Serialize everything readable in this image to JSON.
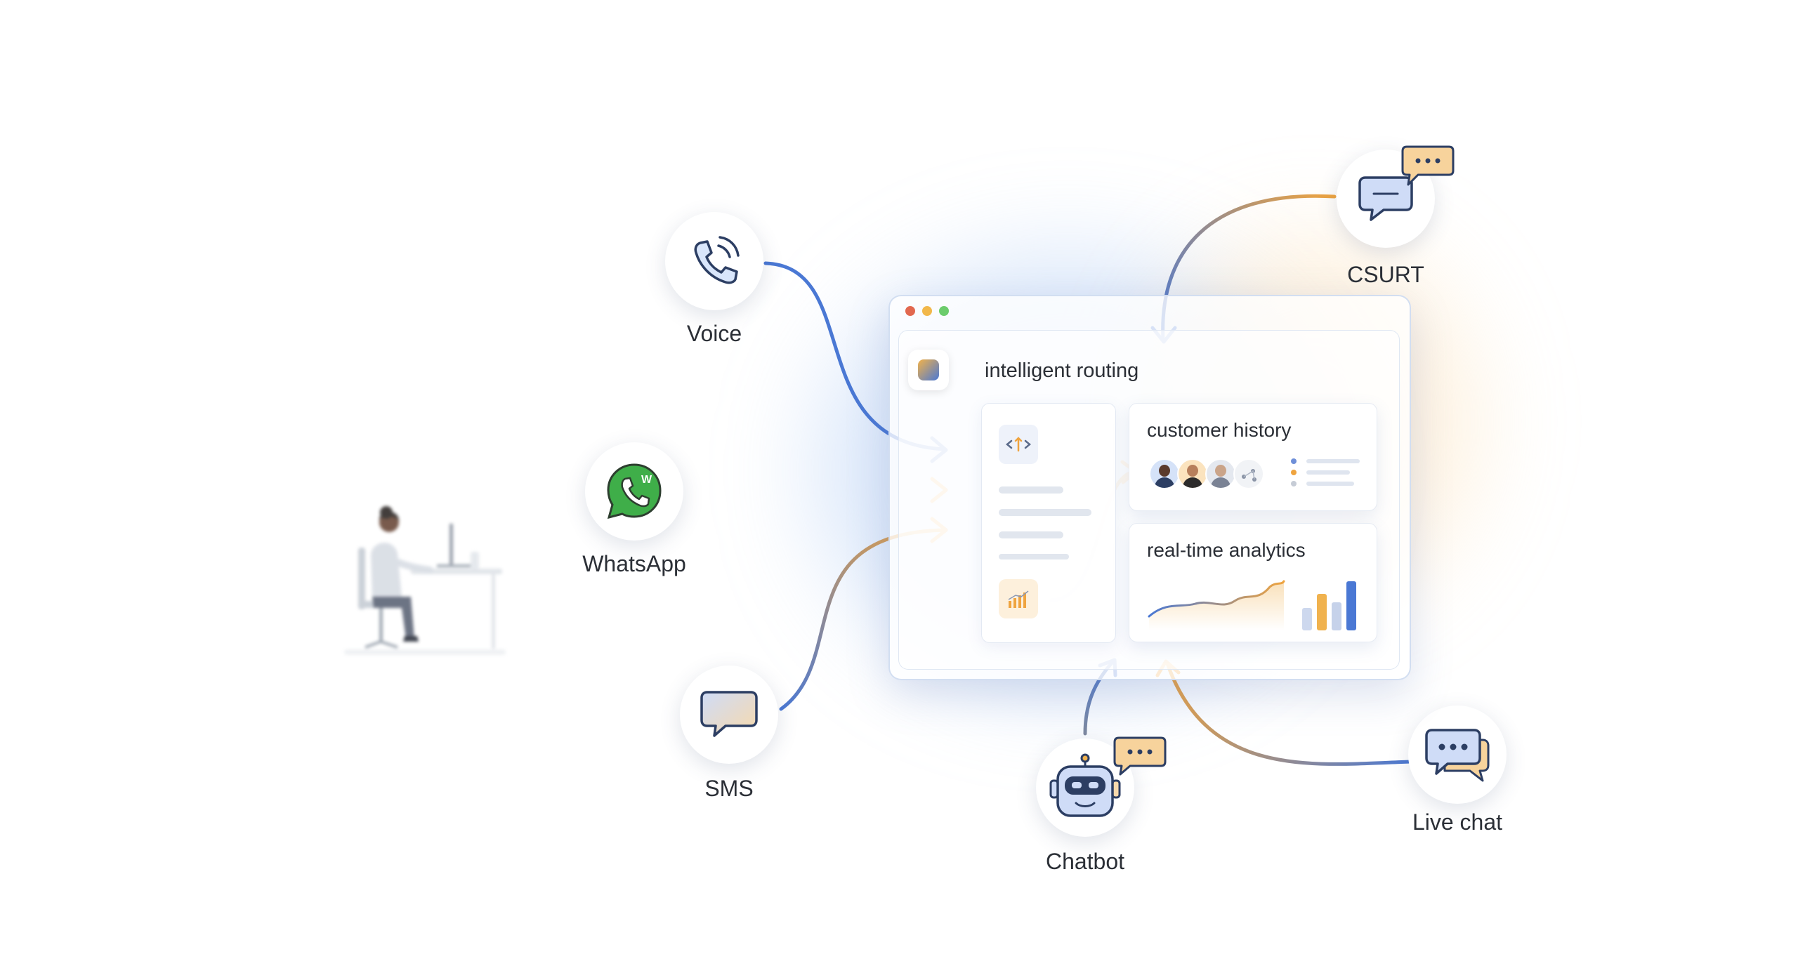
{
  "window": {
    "title": "intelligent routing"
  },
  "cards": {
    "history_title": "customer history",
    "analytics_title": "real-time analytics"
  },
  "channels": {
    "voice": "Voice",
    "whatsapp": "WhatsApp",
    "sms": "SMS",
    "chatbot": "Chatbot",
    "live_chat": "Live chat",
    "csurt": "CSURT"
  },
  "colors": {
    "blue": "#4a78d4",
    "orange": "#efa43f",
    "whatsapp_green": "#3fae49",
    "text": "#2b2f36"
  }
}
